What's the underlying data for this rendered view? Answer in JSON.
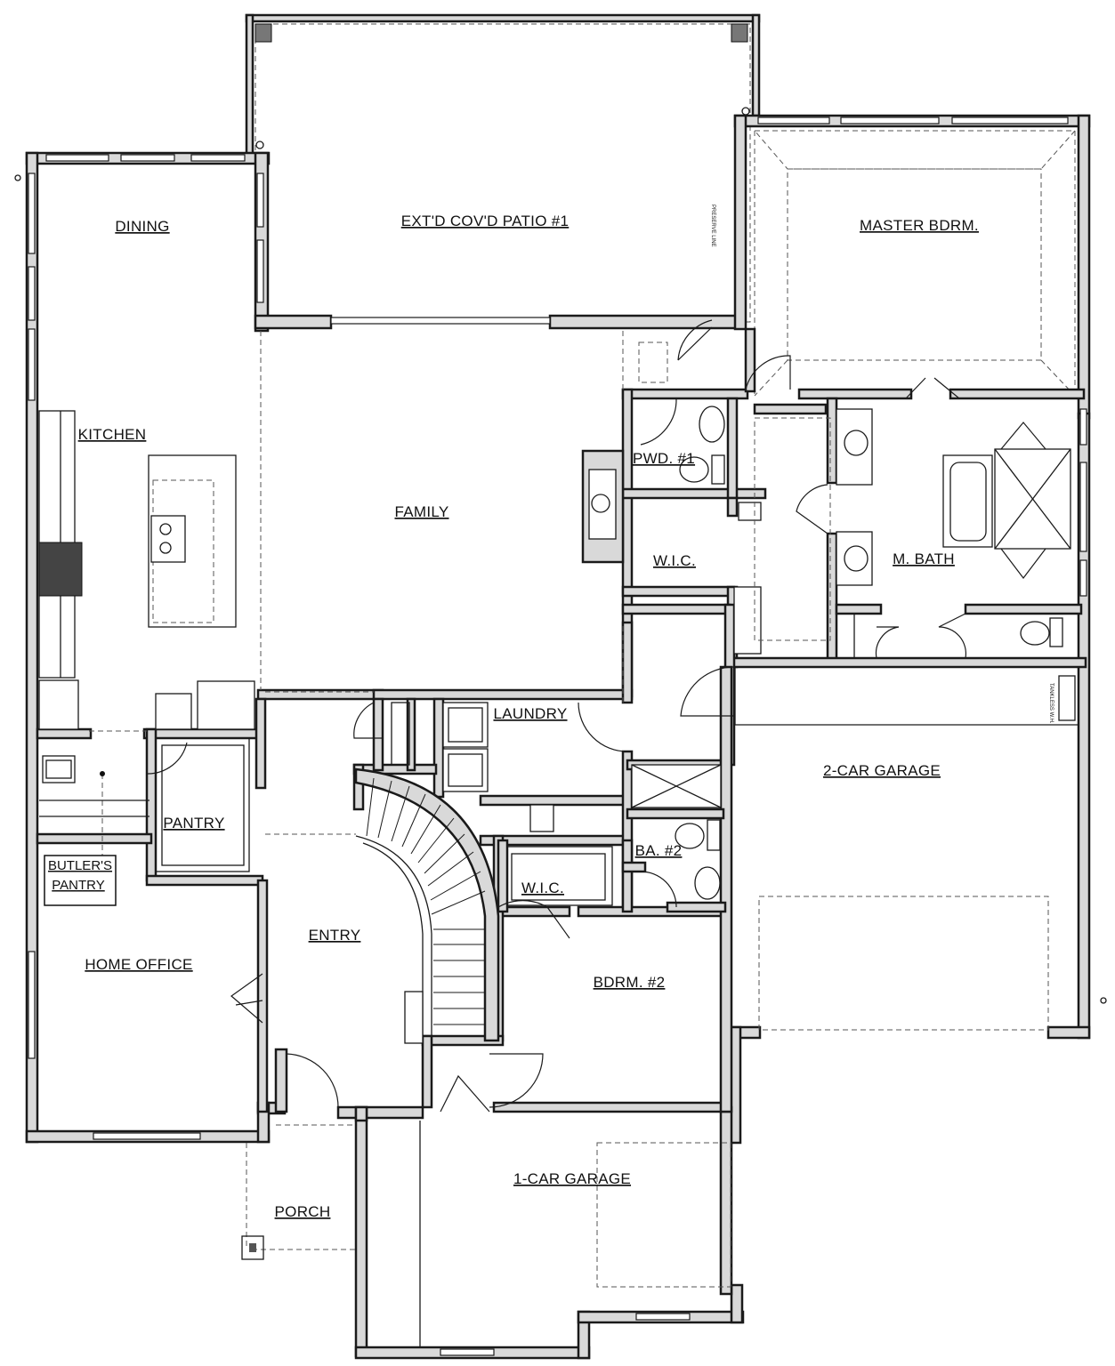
{
  "rooms": {
    "patio": "EXT'D COV'D PATIO #1",
    "master_bedroom": "MASTER BDRM.",
    "dining": "DINING",
    "kitchen": "KITCHEN",
    "family": "FAMILY",
    "powder": "PWD. #1",
    "wic_master": "W.I.C.",
    "master_bath": "M. BATH",
    "laundry": "LAUNDRY",
    "garage_two_car": "2-CAR GARAGE",
    "pantry": "PANTRY",
    "butlers_pantry_line1": "BUTLER'S",
    "butlers_pantry_line2": "PANTRY",
    "bath_two": "BA. #2",
    "wic_two": "W.I.C.",
    "entry": "ENTRY",
    "home_office": "HOME OFFICE",
    "bedroom_two": "BDRM. #2",
    "garage_one_car": "1-CAR GARAGE",
    "porch": "PORCH"
  },
  "colors": {
    "wall_fill": "#d9d9d9",
    "line": "#1a1a1a"
  }
}
